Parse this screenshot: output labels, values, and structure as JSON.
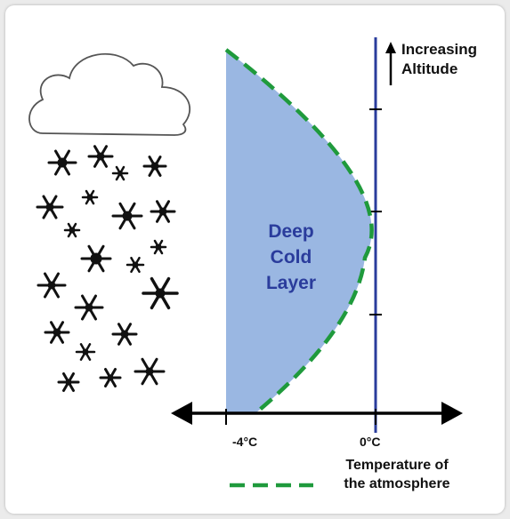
{
  "diagram": {
    "altitude_label_line1": "Increasing",
    "altitude_label_line2": "Altitude",
    "layer_label_line1": "Deep",
    "layer_label_line2": "Cold",
    "layer_label_line3": "Layer",
    "tick_left": "-4°C",
    "tick_right": "0°C",
    "legend_line1": "Temperature of",
    "legend_line2": "the atmosphere"
  },
  "colors": {
    "cold_layer_fill": "#9ab7e2",
    "dashed_line": "#1f9a3c",
    "altitude_axis": "#2a3c9c",
    "layer_text": "#2a3c9c",
    "arrow": "#000000"
  },
  "icons": [
    "cloud-icon",
    "snowflake-icon"
  ]
}
